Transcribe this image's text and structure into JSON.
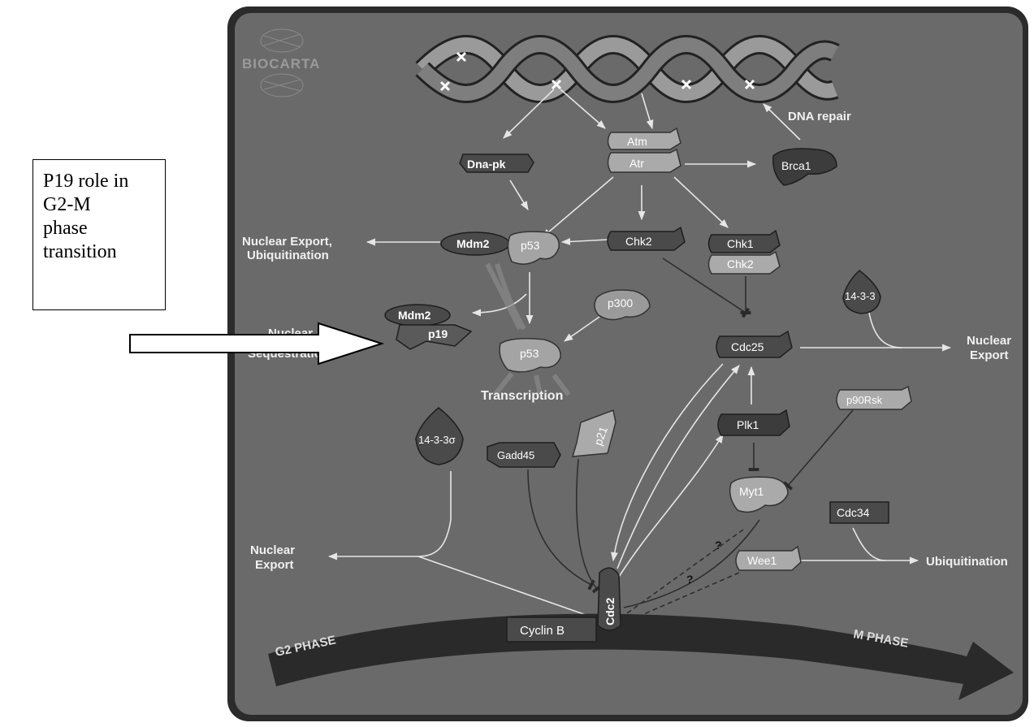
{
  "callout": {
    "lines": [
      "P19 role in",
      "G2-M",
      "phase",
      "transition"
    ]
  },
  "diagram": {
    "logo_text": "BIOCARTA",
    "labels": {
      "dna_repair": "DNA repair",
      "nuclear_export_ubiquitination": [
        "Nuclear Export,",
        "Ubiquitination"
      ],
      "nuclear_sequestration": [
        "Nuclear",
        "Sequestration"
      ],
      "transcription": "Transcription",
      "nuclear_export_right": [
        "Nuclear",
        "Export"
      ],
      "nuclear_export_left": [
        "Nuclear",
        "Export"
      ],
      "ubiquitination": "Ubiquitination",
      "g2_phase": "G2 PHASE",
      "m_phase": "M PHASE",
      "question_1": "?",
      "question_2": "?"
    },
    "proteins": {
      "dna_pk": "Dna-pk",
      "atm": "Atm",
      "atr": "Atr",
      "brca1": "Brca1",
      "mdm2_top": "Mdm2",
      "p53_top": "p53",
      "chk2": "Chk2",
      "chk1": "Chk1",
      "chk2_b": "Chk2",
      "mdm2_seq": "Mdm2",
      "p19": "p19",
      "p300": "p300",
      "p53_mid": "p53",
      "cdc25": "Cdc25",
      "fourteen_three_three": "14-3-3",
      "fourteen_three_three_sigma": "14-3-3σ",
      "gadd45": "Gadd45",
      "p21": "p21",
      "plk1": "Plk1",
      "p90rsk": "p90Rsk",
      "myt1": "Myt1",
      "cdc34": "Cdc34",
      "wee1": "Wee1",
      "cdc2": "Cdc2",
      "cyclin_b": "Cyclin B"
    }
  }
}
